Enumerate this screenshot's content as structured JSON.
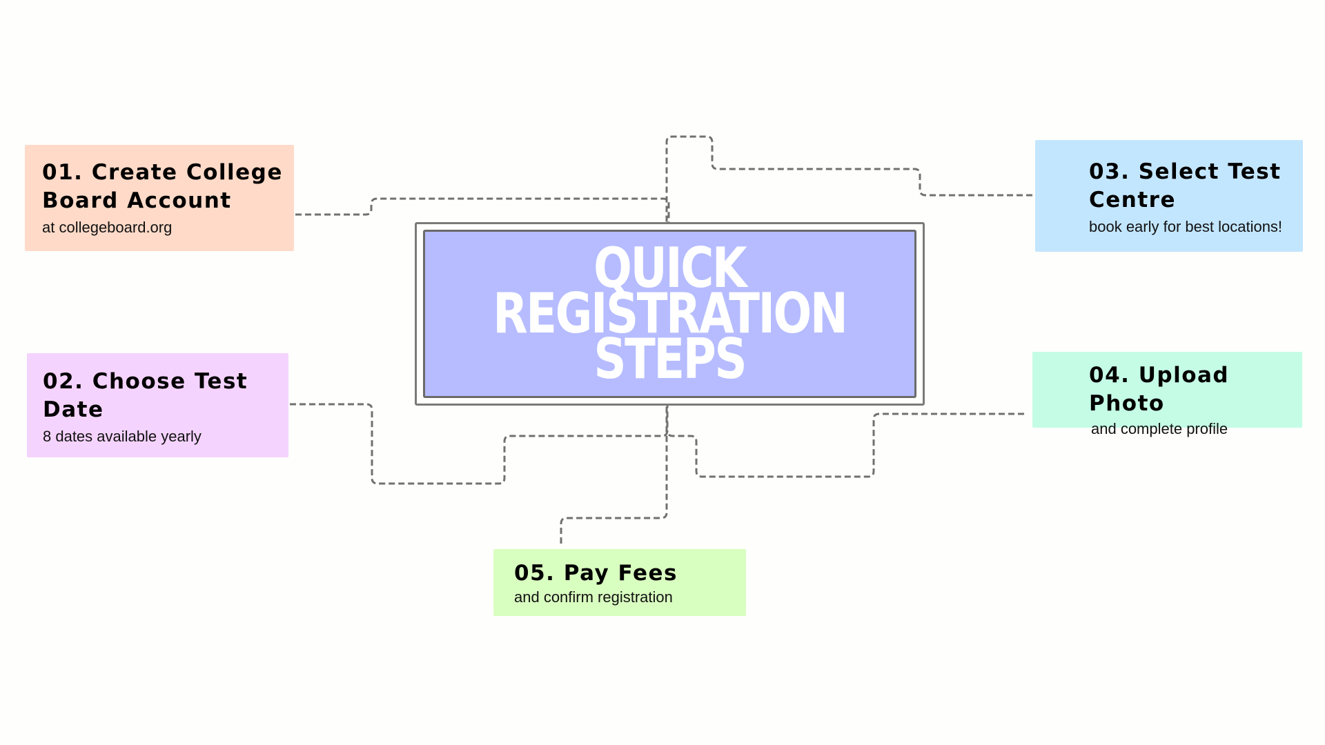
{
  "colors": {
    "background": "#fefefc",
    "connector": "#707070",
    "center_fill": "#b6bcff",
    "center_text": "#ffffff"
  },
  "center": {
    "title": "QUICK\nREGISTRATION\nSTEPS"
  },
  "steps": [
    {
      "title": "01. Create College Board Account",
      "subtitle": "at collegeboard.org",
      "color": "#ffdac8"
    },
    {
      "title": "02. Choose Test Date",
      "subtitle": "8 dates available yearly",
      "color": "#f5d3ff"
    },
    {
      "title": "03. Select Test Centre",
      "subtitle": "book early for best locations!",
      "color": "#c3e6ff"
    },
    {
      "title": "04. Upload Photo",
      "subtitle": "and complete profile",
      "color": "#c5fce6"
    },
    {
      "title": "05. Pay Fees",
      "subtitle": "and confirm registration",
      "color": "#d9ffc0"
    }
  ]
}
